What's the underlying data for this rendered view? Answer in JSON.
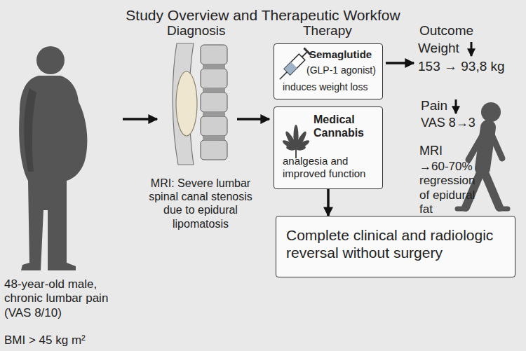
{
  "diagram": {
    "title": "Study Overview and Therapeutic Workfow",
    "nodes": [
      {
        "text": [
          "Semaglutide",
          "(GLP-1 agonist)",
          "induces weight loss"
        ]
      },
      {
        "text": [
          "Medical Cannabis",
          "analgesia and improved function"
        ]
      },
      {
        "text": [
          "Complete clinical and radiologic reversal without surgery"
        ]
      }
    ],
    "edges": [
      {
        "from": 1,
        "to": 2,
        "arrow": "to"
      }
    ],
    "labels": [
      "Diagnosis",
      "Therapy",
      "Outcome",
      "48-year-old male, chronic lumbar pain (VAS 8/10)",
      "BMI > 45 kg m²",
      "MRI: Severe lumbar spinal canal stenosis due to epidural lipomatosis",
      "Weight",
      "153 → 93,8 kg",
      "Pain",
      "VAS 8→3",
      "MRI",
      "→60-70% regression of epidural fat"
    ]
  }
}
